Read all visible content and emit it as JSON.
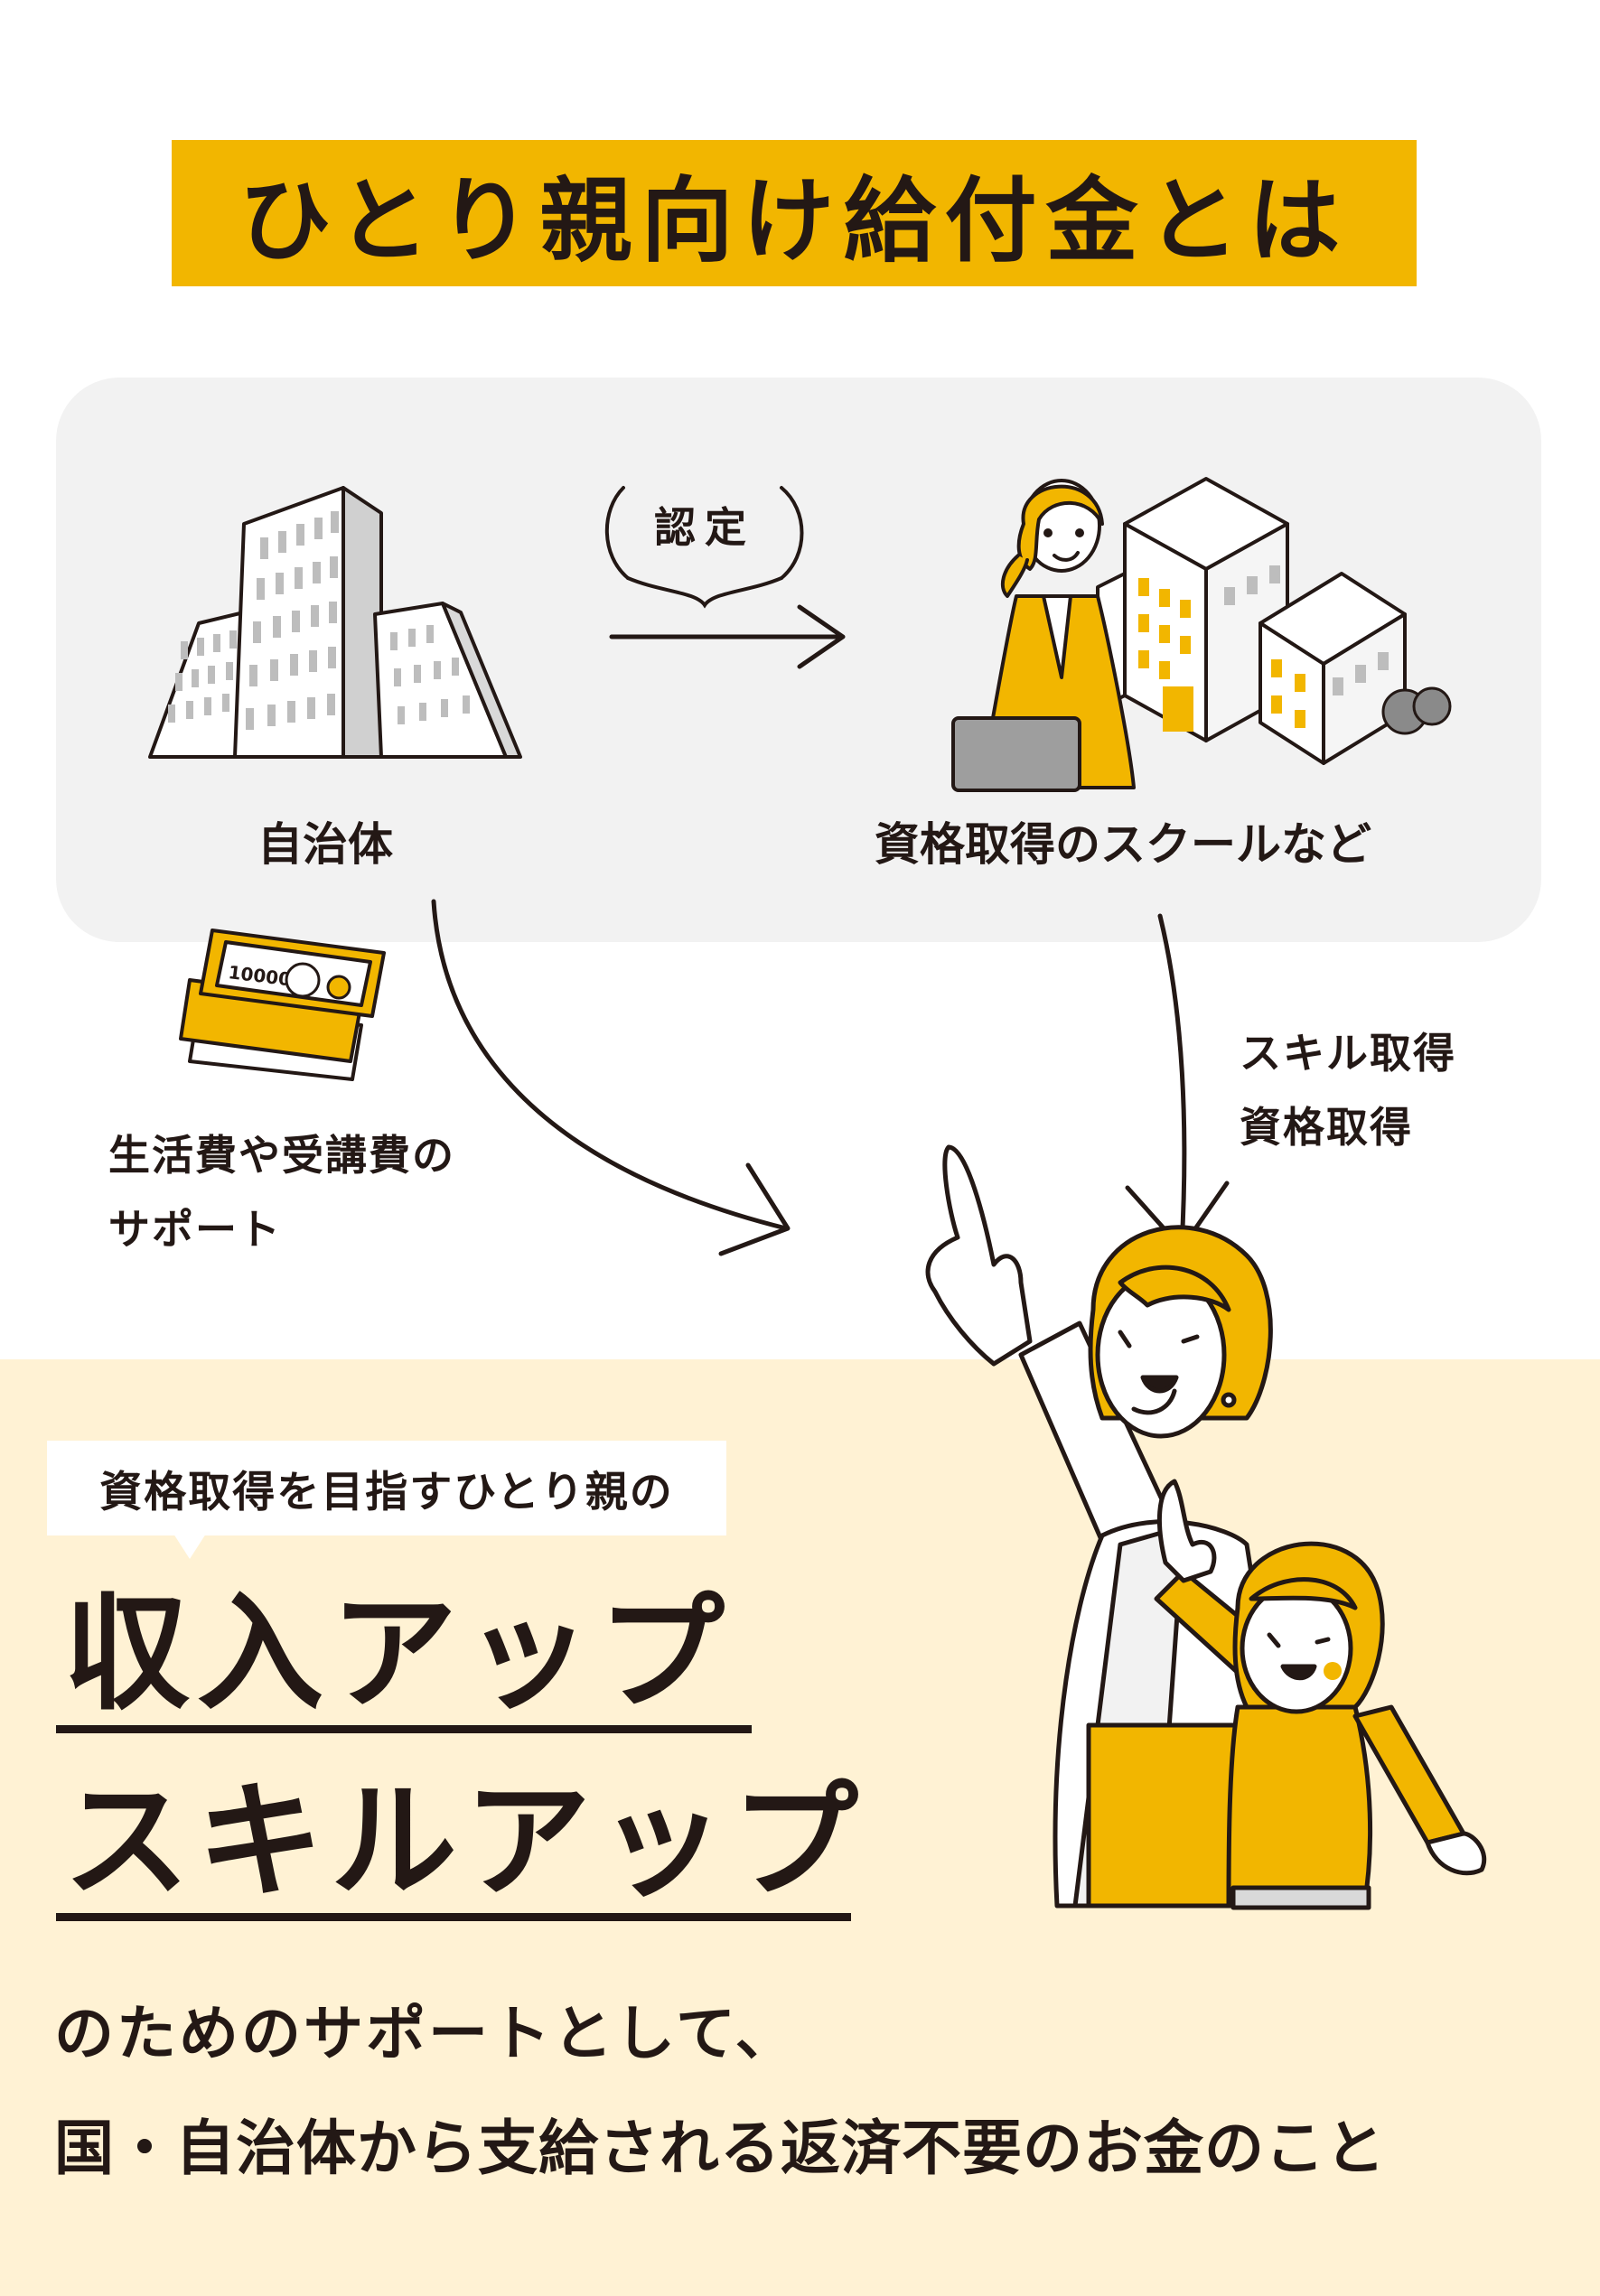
{
  "title": "ひとり親向け給付金とは",
  "flow": {
    "bubble": "認定",
    "government_label": "自治体",
    "school_label": "資格取得のスクールなど",
    "money_note": "10000",
    "support_lines": [
      "生活費や受講費の",
      "サポート"
    ],
    "skill_lines": [
      "スキル取得",
      "資格取得"
    ]
  },
  "summary": {
    "speech": "資格取得を目指すひとり親の",
    "headline_1": "収入アップ",
    "headline_2": "スキルアップ",
    "body_1": "のためのサポートとして、",
    "body_2": "国・自治体から支給される返済不要のお金のこと"
  },
  "colors": {
    "accent": "#F2B600",
    "panel": "#F2F2F2",
    "cream": "#FFF2D4",
    "ink": "#231815"
  }
}
